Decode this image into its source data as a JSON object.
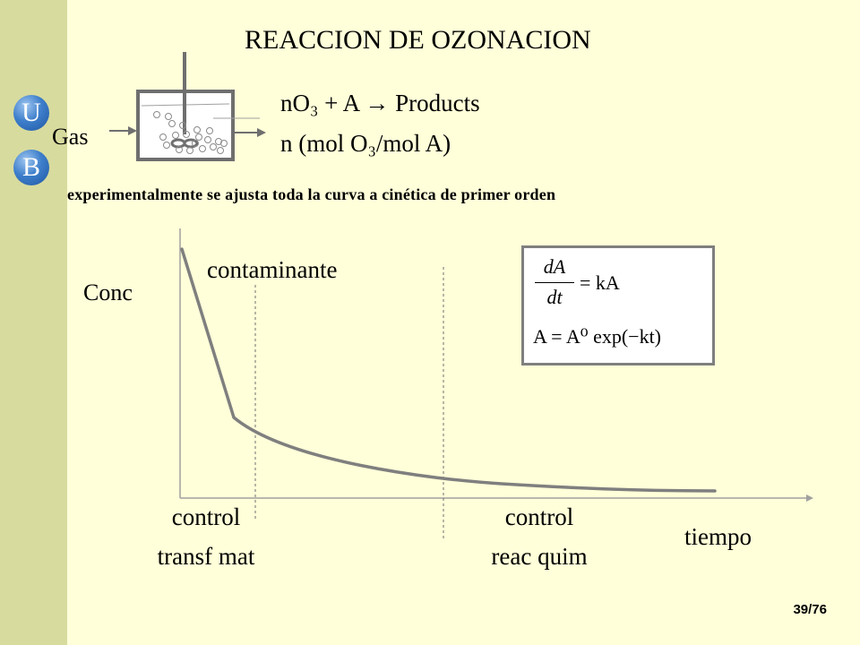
{
  "slide": {
    "title": "REACCION DE OZONACION",
    "subtitle": "experimentalmente se ajusta toda la curva a cinética de primer orden",
    "page_number": "39/76",
    "logo_letters": [
      "U",
      "B"
    ]
  },
  "reactor": {
    "inlet_label": "Gas",
    "reaction_1": "nO₃ + A → Products",
    "reaction_2": "n (mol O₃/mol A)"
  },
  "plot": {
    "y_label": "Conc",
    "curve_label": "contaminante",
    "x_label": "tiempo",
    "region_1": {
      "line1": "control",
      "line2": "transf mat"
    },
    "region_2": {
      "line1": "control",
      "line2": "reac quim"
    }
  },
  "formulas": {
    "rate_lhs_num": "dA",
    "rate_lhs_den": "dt",
    "rate_rhs": "= kA",
    "solution": "A = A⁰ exp(−kt)"
  },
  "colors": {
    "background": "#FFFFD9",
    "sidebar": "#D8DB9E",
    "curve": "#7F7F7F",
    "logo": "#3E7FCB"
  }
}
